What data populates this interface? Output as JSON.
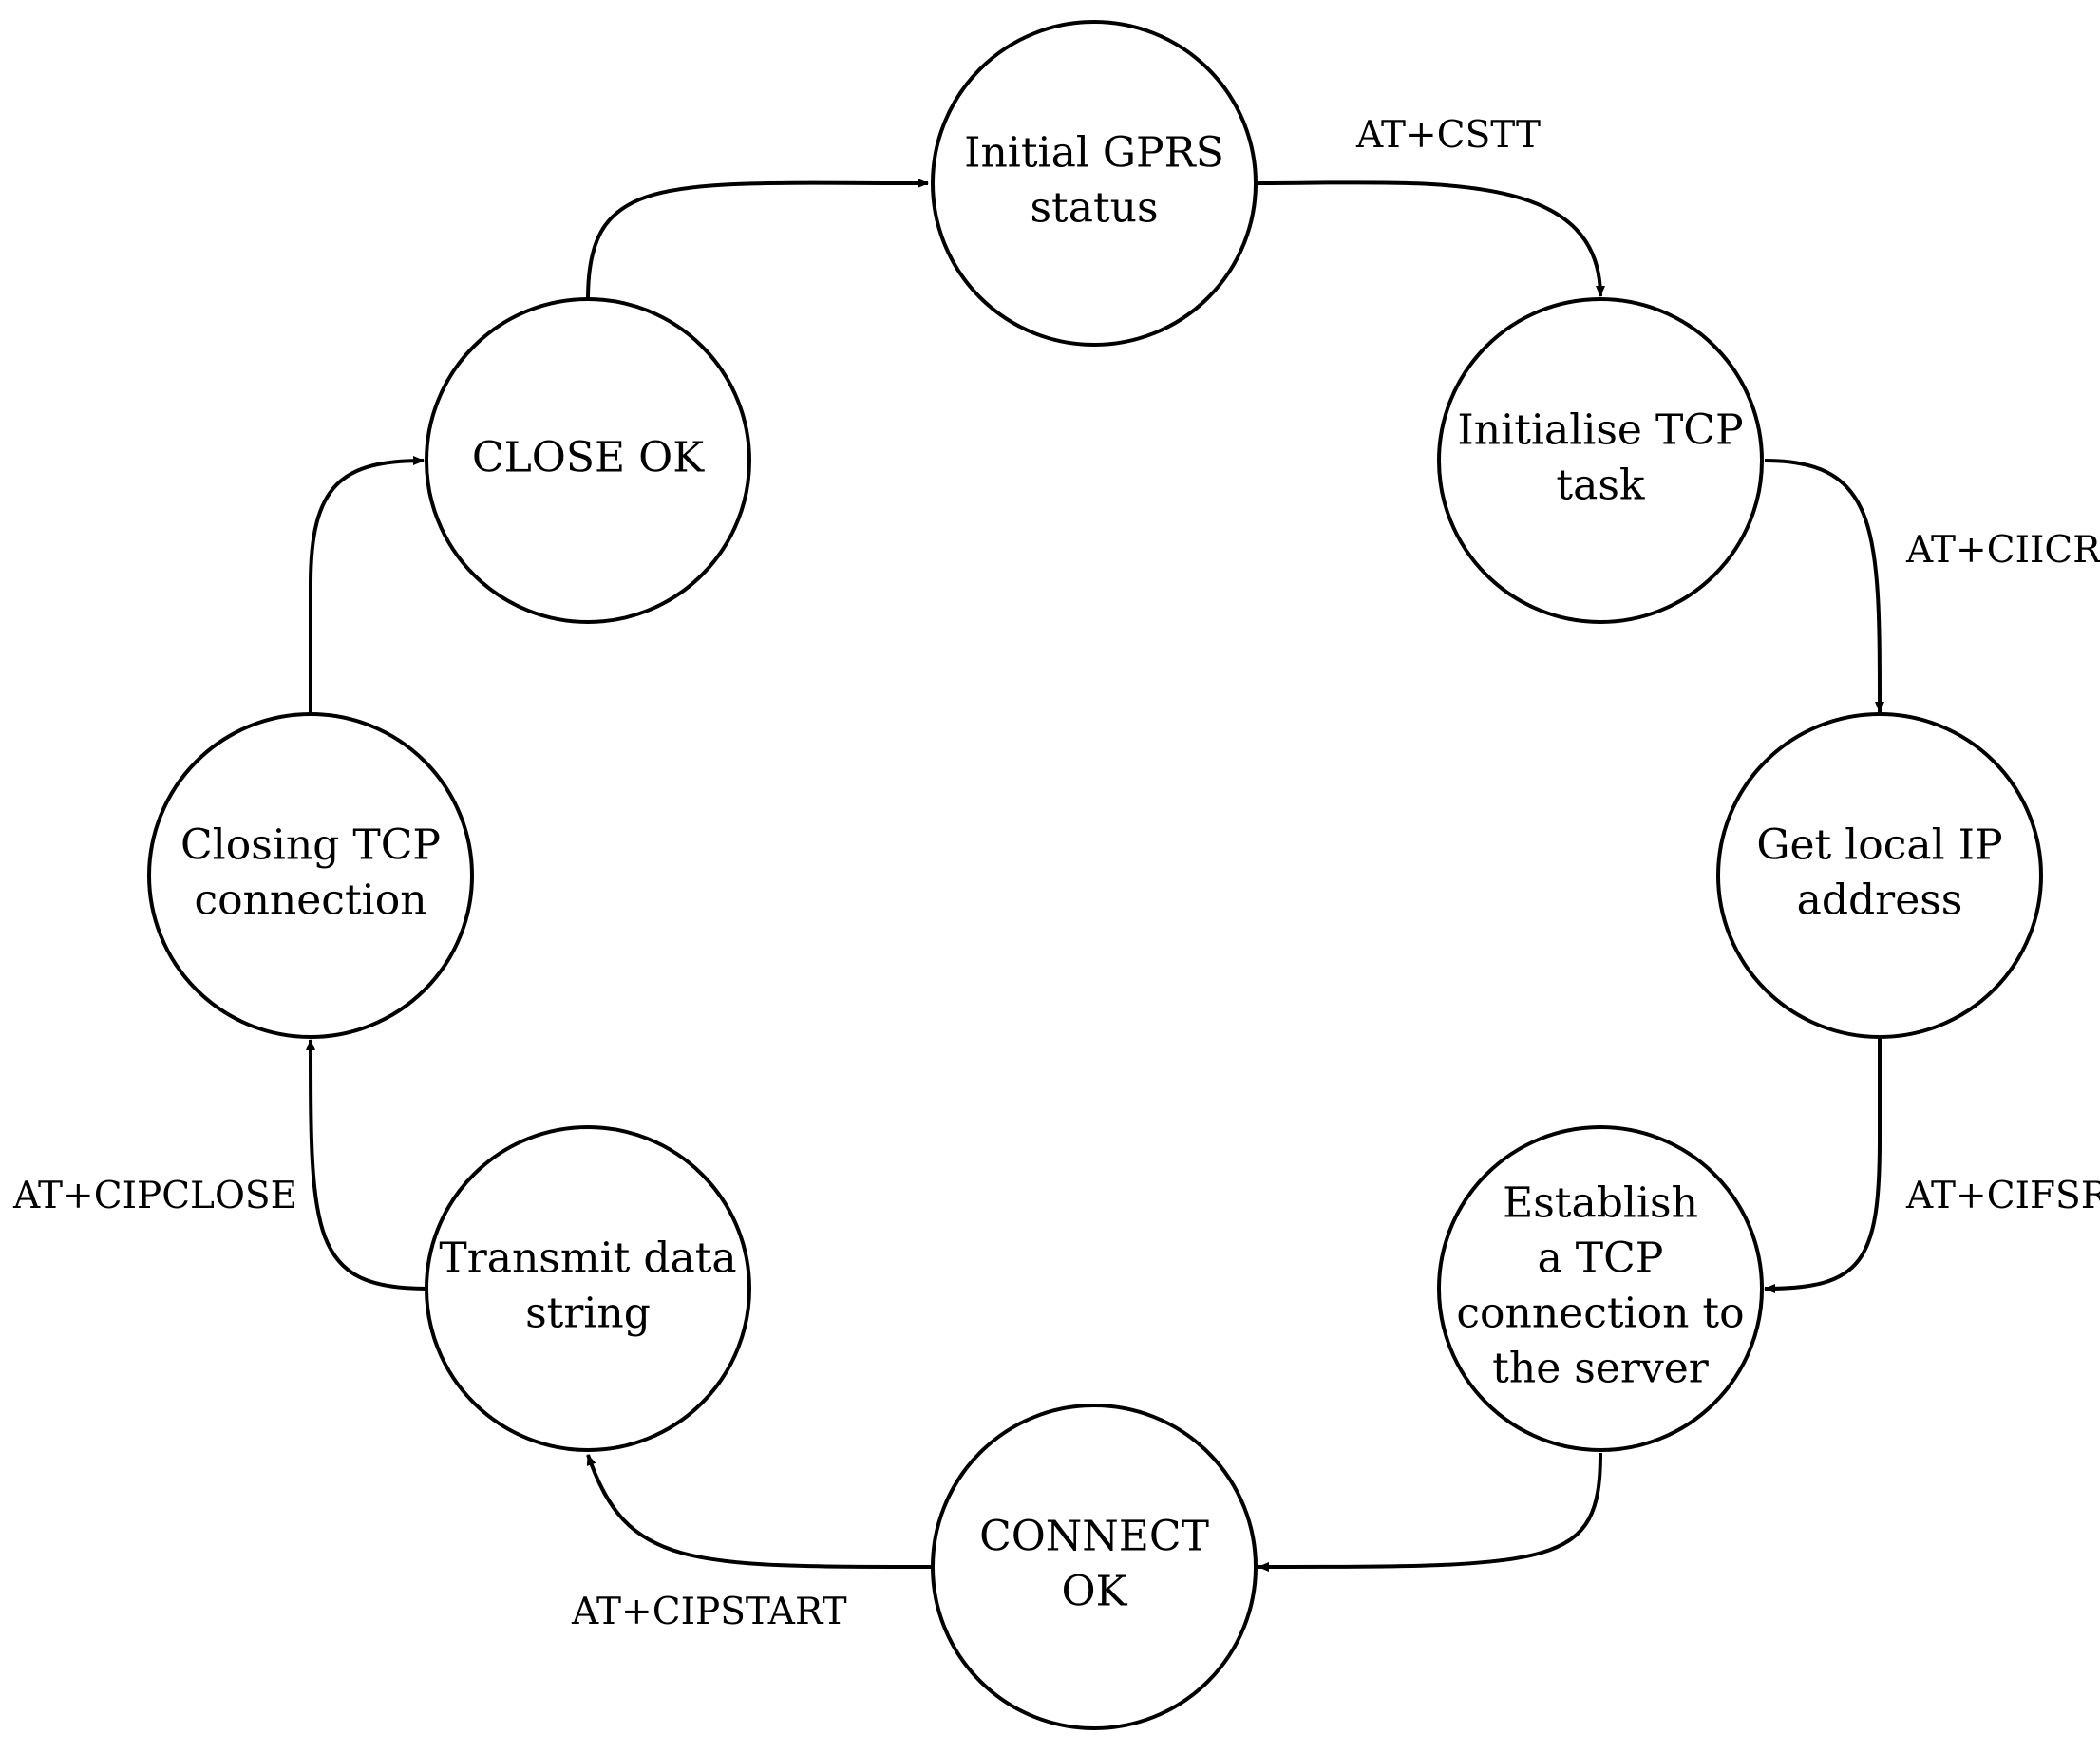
{
  "diagram": {
    "nodes": [
      {
        "id": "initial-gprs-status",
        "lines": [
          "Initial GPRS",
          "status"
        ]
      },
      {
        "id": "initialise-tcp-task",
        "lines": [
          "Initialise TCP",
          "task"
        ]
      },
      {
        "id": "get-local-ip-address",
        "lines": [
          "Get local IP",
          "address"
        ]
      },
      {
        "id": "establish-tcp-connection",
        "lines": [
          "Establish",
          "a TCP",
          "connection to",
          "the server"
        ]
      },
      {
        "id": "connect-ok",
        "lines": [
          "CONNECT",
          "OK"
        ]
      },
      {
        "id": "transmit-data-string",
        "lines": [
          "Transmit data",
          "string"
        ]
      },
      {
        "id": "closing-tcp-connection",
        "lines": [
          "Closing TCP",
          "connection"
        ]
      },
      {
        "id": "close-ok",
        "lines": [
          "CLOSE OK"
        ]
      }
    ],
    "edges": [
      {
        "from": "initial-gprs-status",
        "to": "initialise-tcp-task",
        "label": "AT+CSTT"
      },
      {
        "from": "initialise-tcp-task",
        "to": "get-local-ip-address",
        "label": "AT+CIICR"
      },
      {
        "from": "get-local-ip-address",
        "to": "establish-tcp-connection",
        "label": "AT+CIFSR"
      },
      {
        "from": "establish-tcp-connection",
        "to": "connect-ok",
        "label": ""
      },
      {
        "from": "connect-ok",
        "to": "transmit-data-string",
        "label": "AT+CIPSTART"
      },
      {
        "from": "transmit-data-string",
        "to": "closing-tcp-connection",
        "label": "AT+CIPCLOSE"
      },
      {
        "from": "closing-tcp-connection",
        "to": "close-ok",
        "label": ""
      },
      {
        "from": "close-ok",
        "to": "initial-gprs-status",
        "label": ""
      }
    ]
  }
}
